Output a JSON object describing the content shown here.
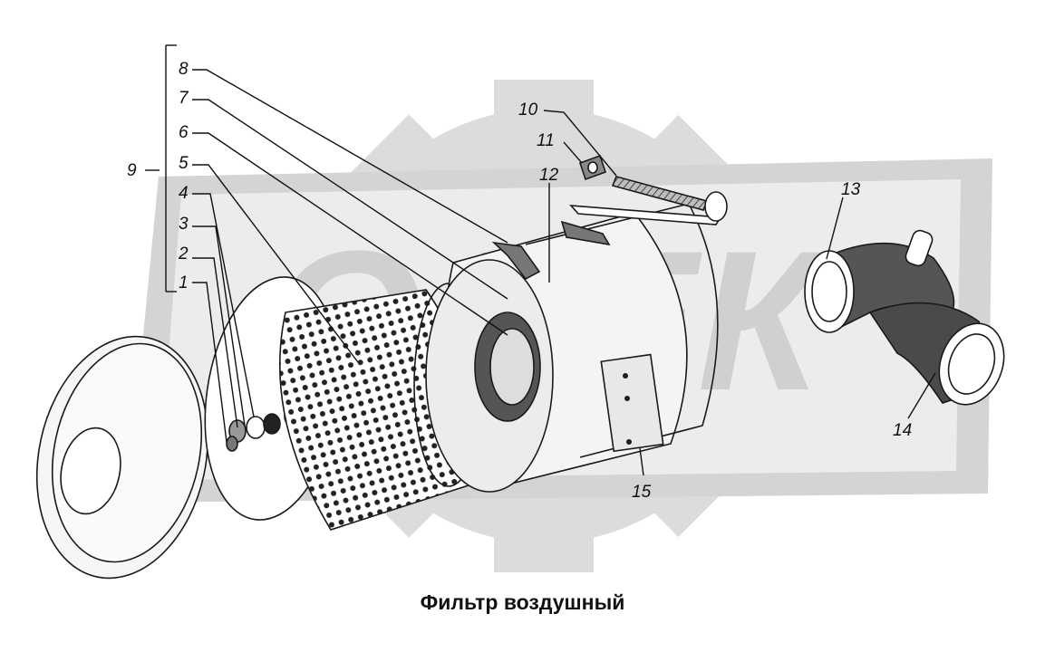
{
  "callouts": {
    "c1": "1",
    "c2": "2",
    "c3": "3",
    "c4": "4",
    "c5": "5",
    "c6": "6",
    "c7": "7",
    "c8": "8",
    "c9": "9",
    "c10": "10",
    "c11": "11",
    "c12": "12",
    "c13": "13",
    "c14": "14",
    "c15": "15"
  },
  "caption": "Фильтр воздушный",
  "watermark_text": "ОДЕК",
  "colors": {
    "line": "#111111",
    "watermark": "#d9d9d9",
    "background": "#ffffff"
  }
}
